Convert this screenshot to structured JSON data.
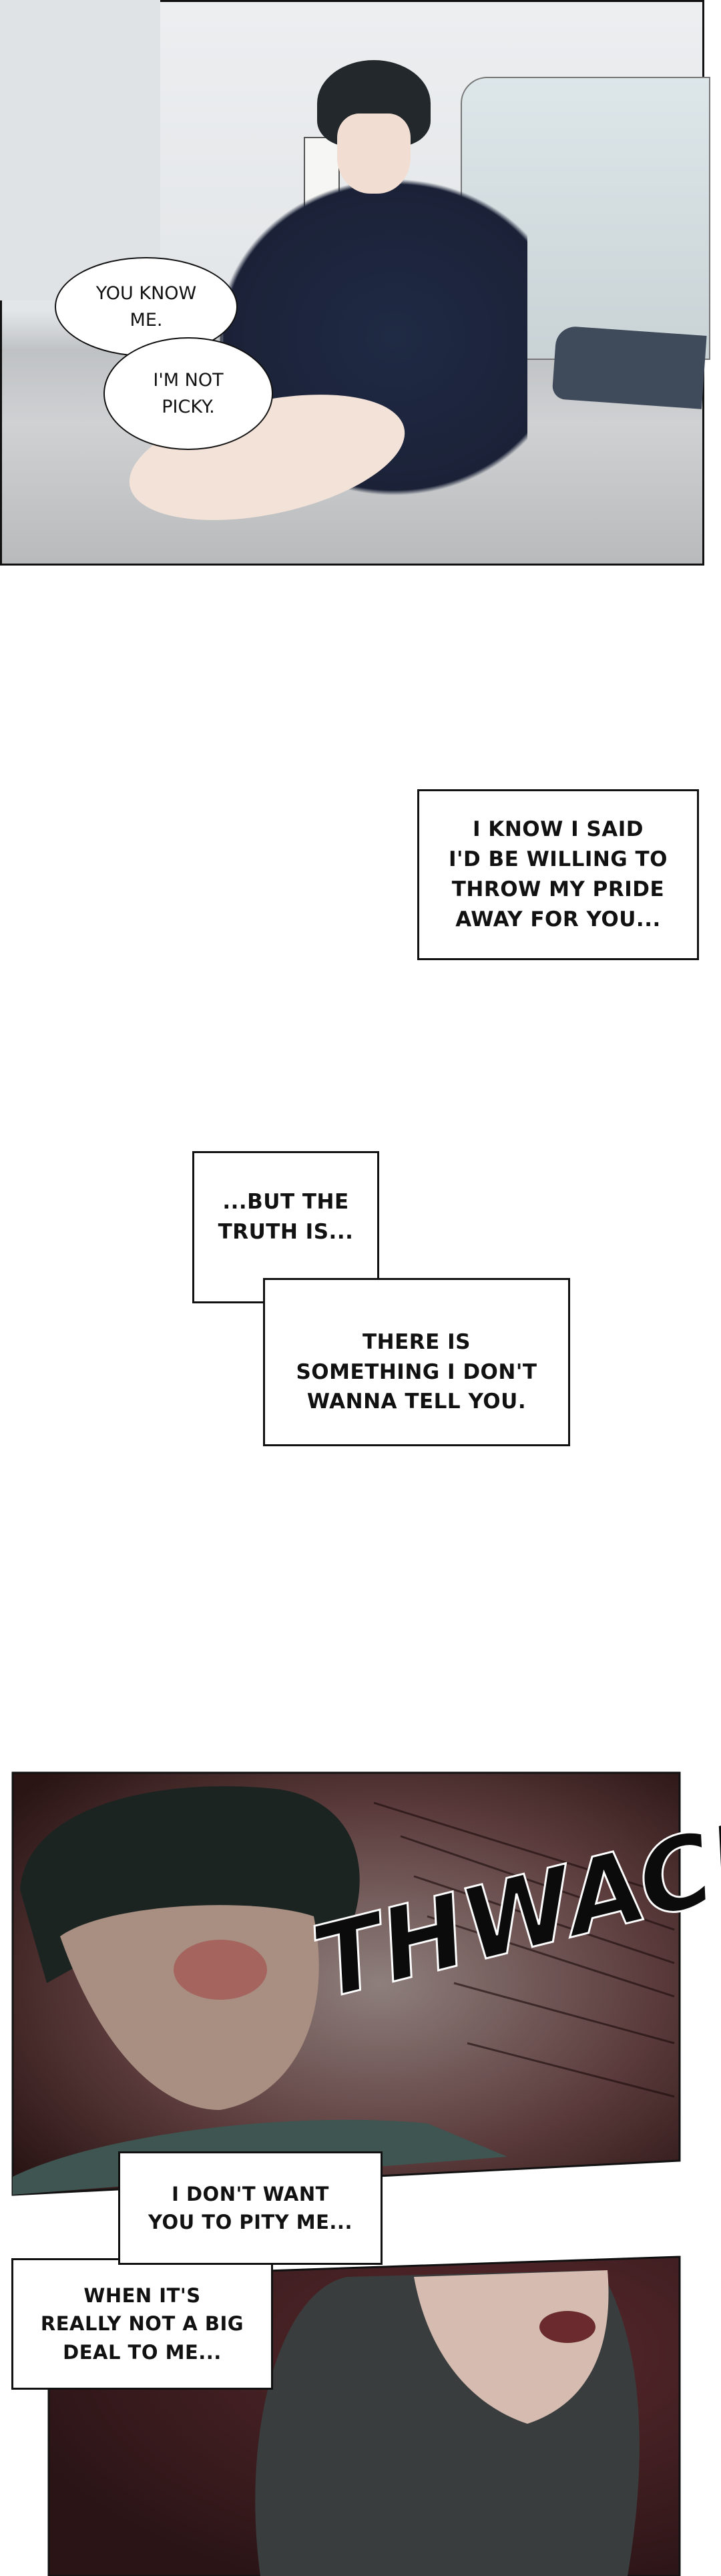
{
  "panel1": {
    "bubbles": [
      "YOU KNOW\nME.",
      "I'M NOT\nPICKY."
    ],
    "narration": "I KNOW I SAID\nI'D BE WILLING TO\nTHROW MY PRIDE\nAWAY FOR YOU..."
  },
  "captions": [
    "...BUT THE\nTRUTH IS...",
    "THERE IS\nSOMETHING I DON'T\nWANNA TELL YOU."
  ],
  "panel2": {
    "sfx": "THWACK",
    "captions": [
      "I DON'T WANT\nYOU TO PITY ME...",
      "WHEN IT'S\nREALLY NOT A BIG\nDEAL TO ME..."
    ]
  }
}
